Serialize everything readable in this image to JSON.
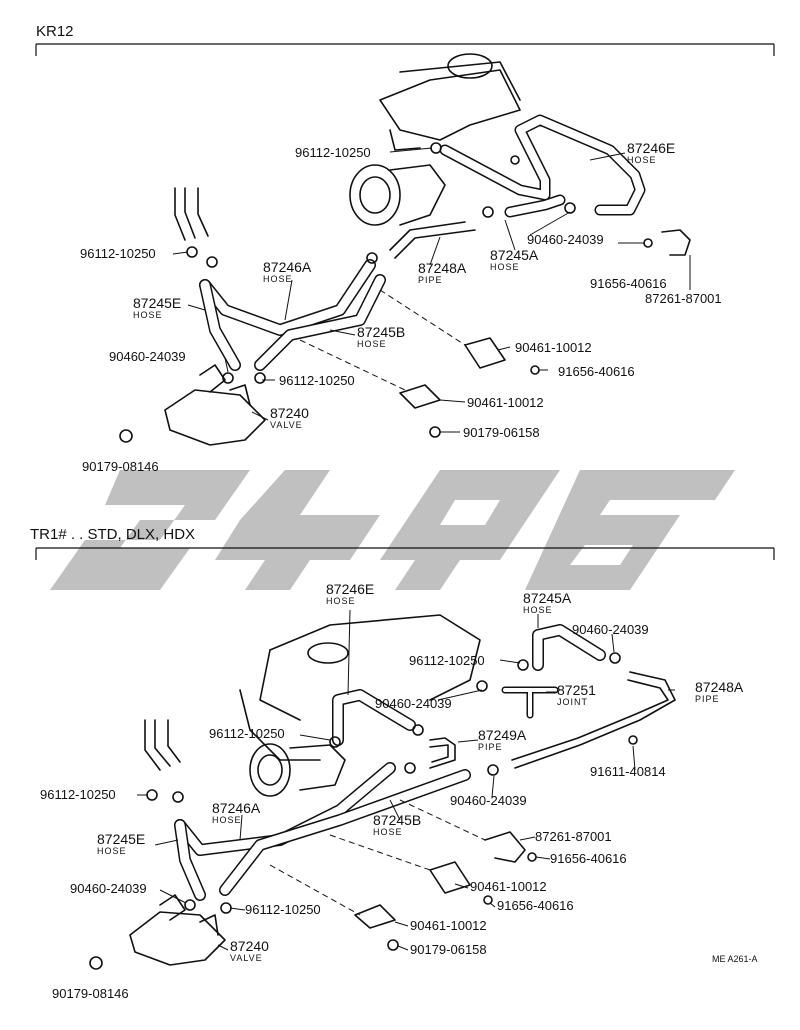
{
  "sections": [
    {
      "title": "KR12",
      "labels": [
        "96112-10250",
        "87246E",
        "HOSE",
        "96112-10250",
        "90460-24039",
        "87246A",
        "HOSE",
        "87248A",
        "PIPE",
        "87245A",
        "HOSE",
        "91656-40616",
        "87261-87001",
        "87245E",
        "HOSE",
        "87245B",
        "HOSE",
        "90461-10012",
        "90460-24039",
        "91656-40616",
        "96112-10250",
        "90461-10012",
        "87240",
        "VALVE",
        "90179-06158",
        "90179-08146"
      ]
    },
    {
      "title": "TR1# . . STD, DLX, HDX",
      "labels": [
        "87246E",
        "HOSE",
        "87245A",
        "HOSE",
        "90460-24039",
        "96112-10250",
        "87251",
        "JOINT",
        "87248A",
        "PIPE",
        "90460-24039",
        "96112-10250",
        "87249A",
        "PIPE",
        "91611-40814",
        "96112-10250",
        "90460-24039",
        "87246A",
        "HOSE",
        "87245B",
        "HOSE",
        "87261-87001",
        "87245E",
        "HOSE",
        "91656-40616",
        "90460-24039",
        "90461-10012",
        "91656-40616",
        "96112-10250",
        "90461-10012",
        "87240",
        "VALVE",
        "90179-06158",
        "90179-08146"
      ]
    }
  ],
  "figure_ref": "ME A261-A",
  "colors": {
    "line": "#111111",
    "watermark": "#b9b9b9",
    "background": "#ffffff"
  }
}
